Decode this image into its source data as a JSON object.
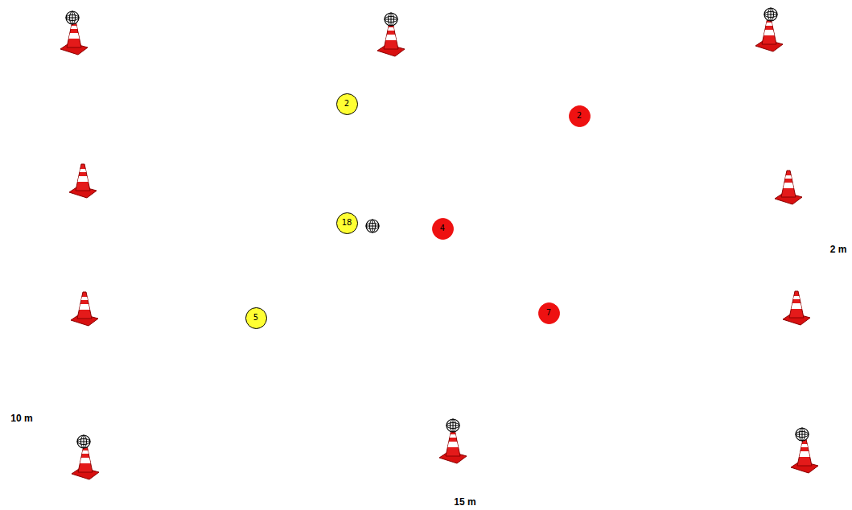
{
  "diagram": {
    "nodes": [
      {
        "text": [
          "2"
        ]
      },
      {
        "text": [
          "2"
        ]
      },
      {
        "text": [
          "18"
        ]
      },
      {
        "text": [
          "4"
        ]
      },
      {
        "text": [
          "5"
        ]
      },
      {
        "text": [
          "7"
        ]
      }
    ],
    "labels": [
      "2 m",
      "10 m",
      "15 m"
    ]
  }
}
